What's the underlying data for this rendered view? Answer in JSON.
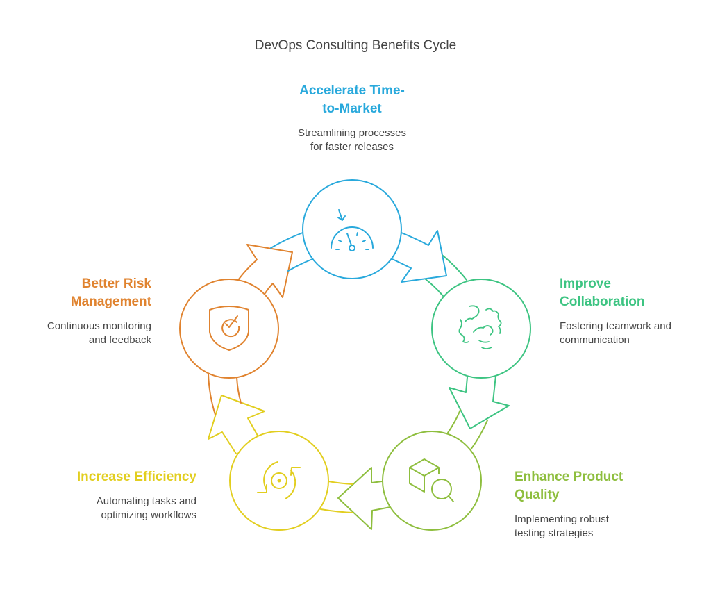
{
  "title": "DevOps Consulting Benefits Cycle",
  "colors": {
    "blue": "#29A9DC",
    "green": "#3DC482",
    "lime": "#8EBE3E",
    "yellow": "#E2CE1F",
    "orange": "#E0832F",
    "text": "#444444"
  },
  "steps": [
    {
      "title": "Accelerate Time-to-Market",
      "title_l1": "Accelerate Time-",
      "title_l2": "to-Market",
      "desc_l1": "Streamlining processes",
      "desc_l2": "for faster releases",
      "icon": "speedometer-icon"
    },
    {
      "title": "Improve Collaboration",
      "title_l1": "Improve",
      "title_l2": "Collaboration",
      "desc_l1": "Fostering teamwork and",
      "desc_l2": "communication",
      "icon": "handshake-icon"
    },
    {
      "title": "Enhance Product Quality",
      "title_l1": "Enhance Product",
      "title_l2": "Quality",
      "desc_l1": "Implementing robust",
      "desc_l2": "testing strategies",
      "icon": "box-magnifier-icon"
    },
    {
      "title": "Increase Efficiency",
      "title_l1": "Increase Efficiency",
      "desc_l1": "Automating tasks and",
      "desc_l2": "optimizing workflows",
      "icon": "gear-cycle-icon"
    },
    {
      "title": "Better Risk Management",
      "title_l1": "Better Risk",
      "title_l2": "Management",
      "desc_l1": "Continuous monitoring",
      "desc_l2": "and feedback",
      "icon": "shield-check-icon"
    }
  ]
}
